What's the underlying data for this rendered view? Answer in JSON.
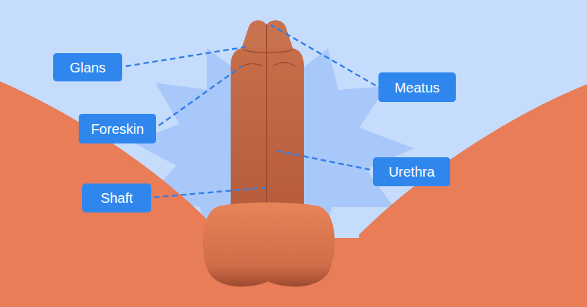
{
  "diagram": {
    "nodes": [
      {
        "text": [
          "Glans"
        ]
      },
      {
        "text": [
          "Meatus"
        ]
      },
      {
        "text": [
          "Foreskin"
        ]
      },
      {
        "text": [
          "Urethra"
        ]
      },
      {
        "text": [
          "Shaft"
        ]
      }
    ]
  }
}
